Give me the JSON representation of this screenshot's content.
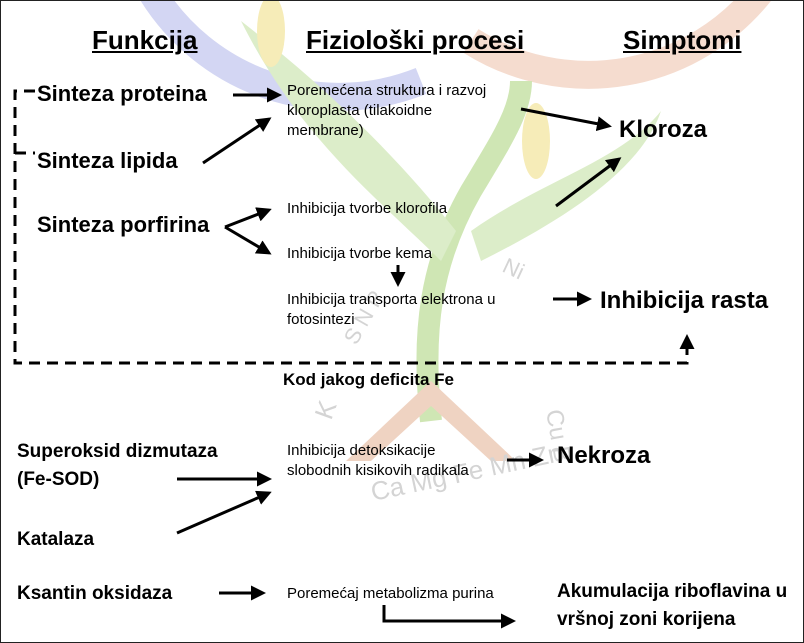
{
  "headers": {
    "function": "Funkcija",
    "processes": "Fiziološki procesi",
    "symptoms": "Simptomi"
  },
  "functions": {
    "protein_synthesis": "Sinteza proteina",
    "lipid_synthesis": "Sinteza lipida",
    "porphyrin_synthesis": "Sinteza porfirina",
    "sod_line1": "Superoksid dizmutaza",
    "sod_line2": "(Fe-SOD)",
    "catalase": "Katalaza",
    "xanthine_oxidase": "Ksantin oksidaza"
  },
  "processes": {
    "chloroplast_line1": "Poremećena struktura i razvoj",
    "chloroplast_line2": "kloroplasta (tilakoidne",
    "chloroplast_line3": "membrane)",
    "chlorophyll": "Inhibicija tvorbe klorofila",
    "heme": "Inhibicija tvorbe kema",
    "electron_line1": "Inhibicija transporta elektrona u",
    "electron_line2": "fotosintezi",
    "detox_line1": "Inhibicija detoksikacije",
    "detox_line2": "slobodnih kisikovih radikala",
    "purine": "Poremećaj metabolizma purina"
  },
  "symptoms": {
    "chlorosis": "Kloroza",
    "growth": "Inhibicija rasta",
    "necrosis": "Nekroza",
    "riboflavin_line1": "Akumulacija riboflavina u",
    "riboflavin_line2": "vršnoj zoni korijena"
  },
  "severe_deficit_label": "Kod jakog deficita Fe",
  "watermark": {
    "text": "K Ca Mg Fe Mn Zn Cu B Mo Cl Ni S N P",
    "colors": {
      "green": "#cfe6b4",
      "blue": "#cfd2f2",
      "orange": "#f3d6c8",
      "yellow": "#f6ebb0"
    }
  }
}
